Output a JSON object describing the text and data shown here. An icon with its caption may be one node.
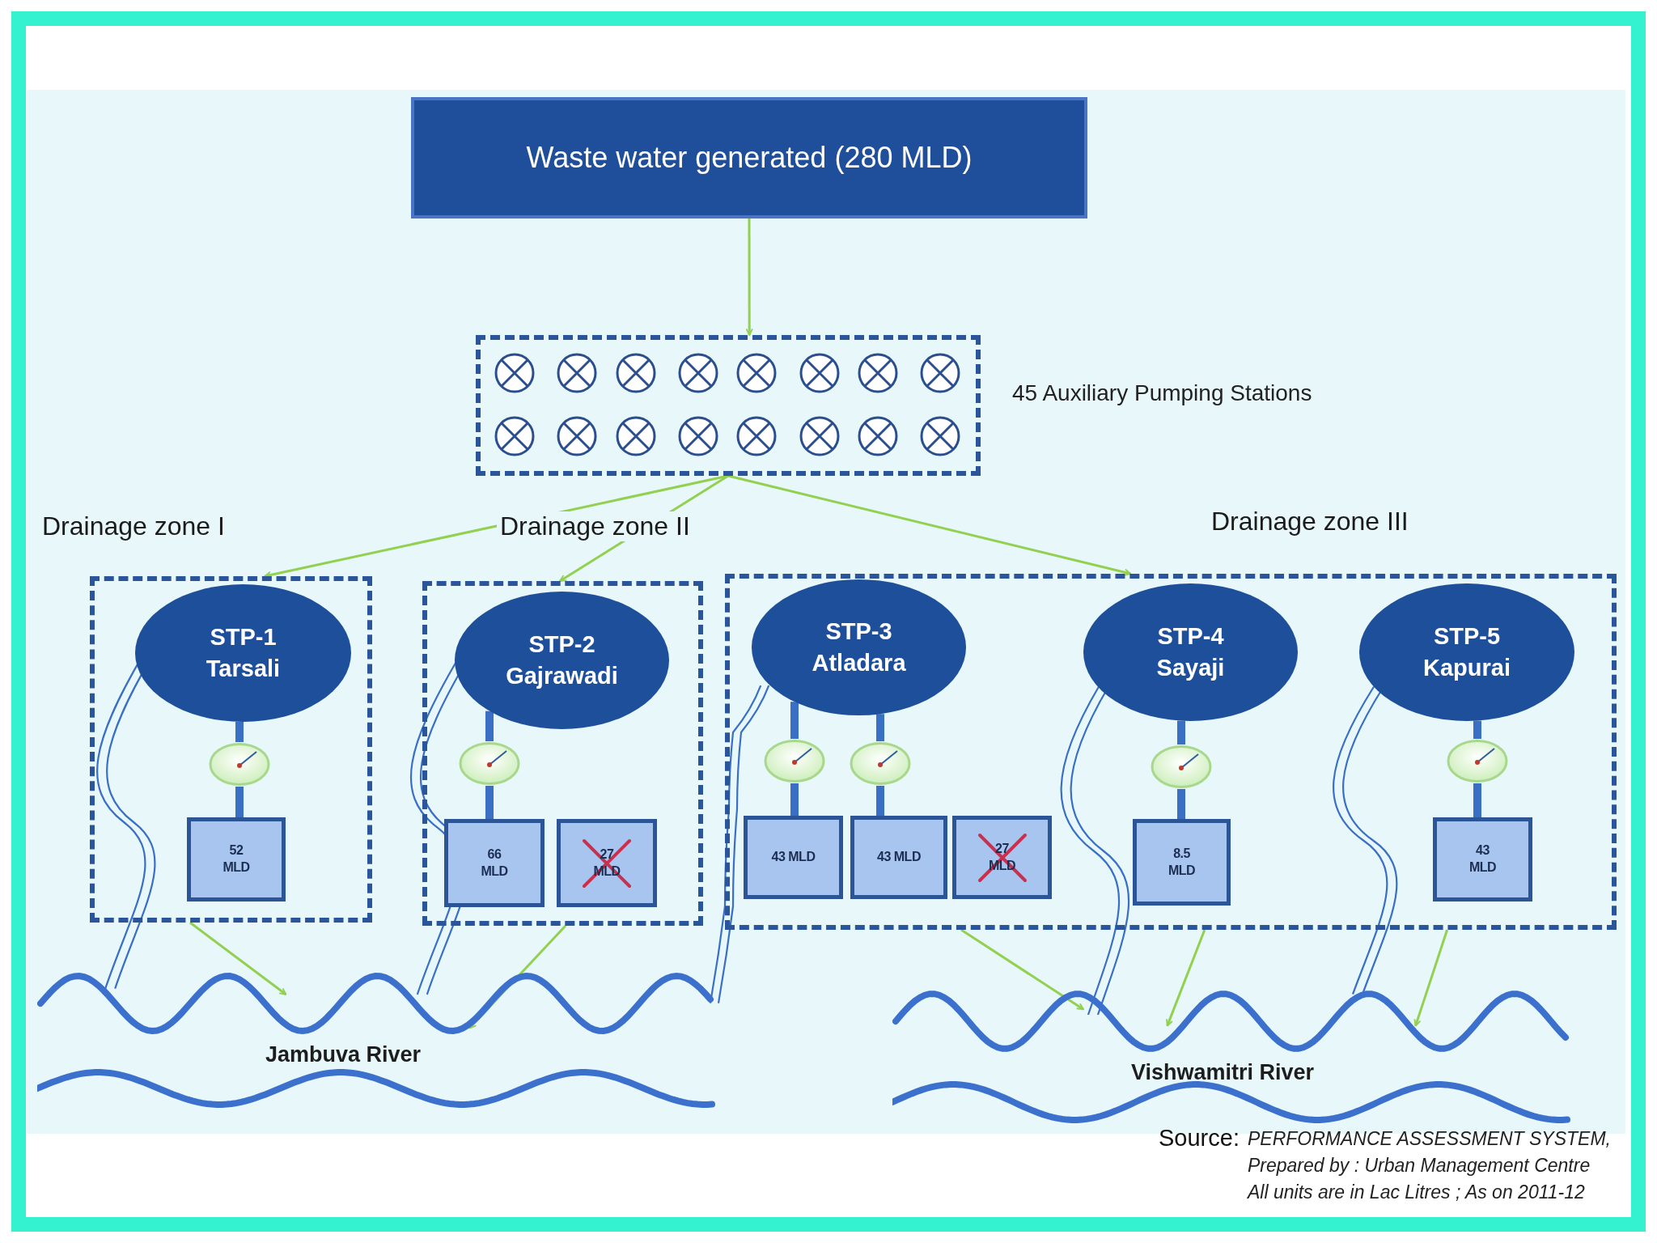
{
  "diagram": {
    "nodes": [
      {
        "text": [
          "Waste water generated (280 MLD)"
        ]
      },
      {
        "text": [],
        "shape": "box",
        "beside": [
          "45 Auxiliary Pumping Stations"
        ]
      },
      {
        "text": [
          "Drainage zone I"
        ]
      },
      {
        "text": [
          "STP-1 Tarsali"
        ],
        "in": 2
      },
      {
        "text": [],
        "shape": "gauge",
        "in": 2
      },
      {
        "text": [
          "52 MLD"
        ],
        "in": 2
      },
      {
        "text": [
          "Drainage zone II"
        ]
      },
      {
        "text": [
          "STP-2 Gajrawadi"
        ],
        "in": 6
      },
      {
        "text": [],
        "shape": "gauge",
        "in": 6
      },
      {
        "text": [
          "66 MLD"
        ],
        "in": 6
      },
      {
        "text": [
          "27 MLD"
        ],
        "in": 6
      },
      {
        "text": [
          "Drainage zone III"
        ]
      },
      {
        "text": [
          "STP-3 Atladara"
        ],
        "in": 11
      },
      {
        "text": [],
        "shape": "gauge",
        "in": 11
      },
      {
        "text": [],
        "shape": "gauge",
        "in": 11
      },
      {
        "text": [
          "43 MLD"
        ],
        "in": 11
      },
      {
        "text": [
          "43 MLD"
        ],
        "in": 11
      },
      {
        "text": [
          "27 MLD"
        ],
        "in": 11
      },
      {
        "text": [
          "STP-4 Sayaji"
        ],
        "in": 11
      },
      {
        "text": [],
        "shape": "gauge",
        "in": 11
      },
      {
        "text": [
          "8.5 MLD"
        ],
        "in": 11
      },
      {
        "text": [
          "STP-5 Kapurai"
        ],
        "in": 11
      },
      {
        "text": [],
        "shape": "gauge",
        "in": 11
      },
      {
        "text": [
          "43 MLD"
        ],
        "in": 11
      },
      {
        "text": [
          "Jambuva River"
        ]
      },
      {
        "text": [
          "Vishwamitri River"
        ]
      }
    ],
    "edges": [
      {
        "from": 0,
        "to": 1,
        "arrow": "to",
        "color": "#92d050"
      },
      {
        "from": 1,
        "to": 2,
        "arrow": "to",
        "color": "#92d050"
      },
      {
        "from": 1,
        "to": 6,
        "arrow": "to",
        "color": "#92d050"
      },
      {
        "from": 1,
        "to": 11,
        "arrow": "to",
        "color": "#92d050"
      },
      {
        "from": 3,
        "to": 4,
        "arrow": "none",
        "style": "thick"
      },
      {
        "from": 4,
        "to": 5,
        "arrow": "none",
        "style": "thick"
      },
      {
        "from": 7,
        "to": 8,
        "arrow": "none",
        "style": "thick"
      },
      {
        "from": 8,
        "to": 9,
        "arrow": "none",
        "style": "thick"
      },
      {
        "from": 12,
        "to": 13,
        "arrow": "none",
        "style": "thick"
      },
      {
        "from": 13,
        "to": 15,
        "arrow": "none",
        "style": "thick"
      },
      {
        "from": 12,
        "to": 14,
        "arrow": "none",
        "style": "thick"
      },
      {
        "from": 14,
        "to": 16,
        "arrow": "none",
        "style": "thick"
      },
      {
        "from": 18,
        "to": 19,
        "arrow": "none",
        "style": "thick"
      },
      {
        "from": 19,
        "to": 20,
        "arrow": "none",
        "style": "thick"
      },
      {
        "from": 21,
        "to": 22,
        "arrow": "none",
        "style": "thick"
      },
      {
        "from": 22,
        "to": 23,
        "arrow": "none",
        "style": "thick"
      },
      {
        "from": 2,
        "to": 24,
        "arrow": "to",
        "color": "#92d050"
      },
      {
        "from": 6,
        "to": 24,
        "arrow": "to",
        "color": "#92d050"
      },
      {
        "from": 11,
        "to": 25,
        "arrow": "to",
        "color": "#92d050"
      },
      {
        "from": 11,
        "to": 25,
        "arrow": "to",
        "color": "#92d050"
      },
      {
        "from": 11,
        "to": 25,
        "arrow": "to",
        "color": "#92d050"
      },
      {
        "from": 3,
        "to": 24,
        "arrow": "none"
      },
      {
        "from": 7,
        "to": 24,
        "arrow": "none"
      },
      {
        "from": 12,
        "to": 24,
        "arrow": "none"
      },
      {
        "from": 18,
        "to": 25,
        "arrow": "none"
      },
      {
        "from": 21,
        "to": 25,
        "arrow": "none"
      }
    ],
    "labels": [
      "Source:",
      "PERFORMANCE ASSESSMENT SYSTEM,",
      "Prepared by : Urban Management Centre",
      "All units are in Lac Litres ; As on 2011-12"
    ]
  }
}
